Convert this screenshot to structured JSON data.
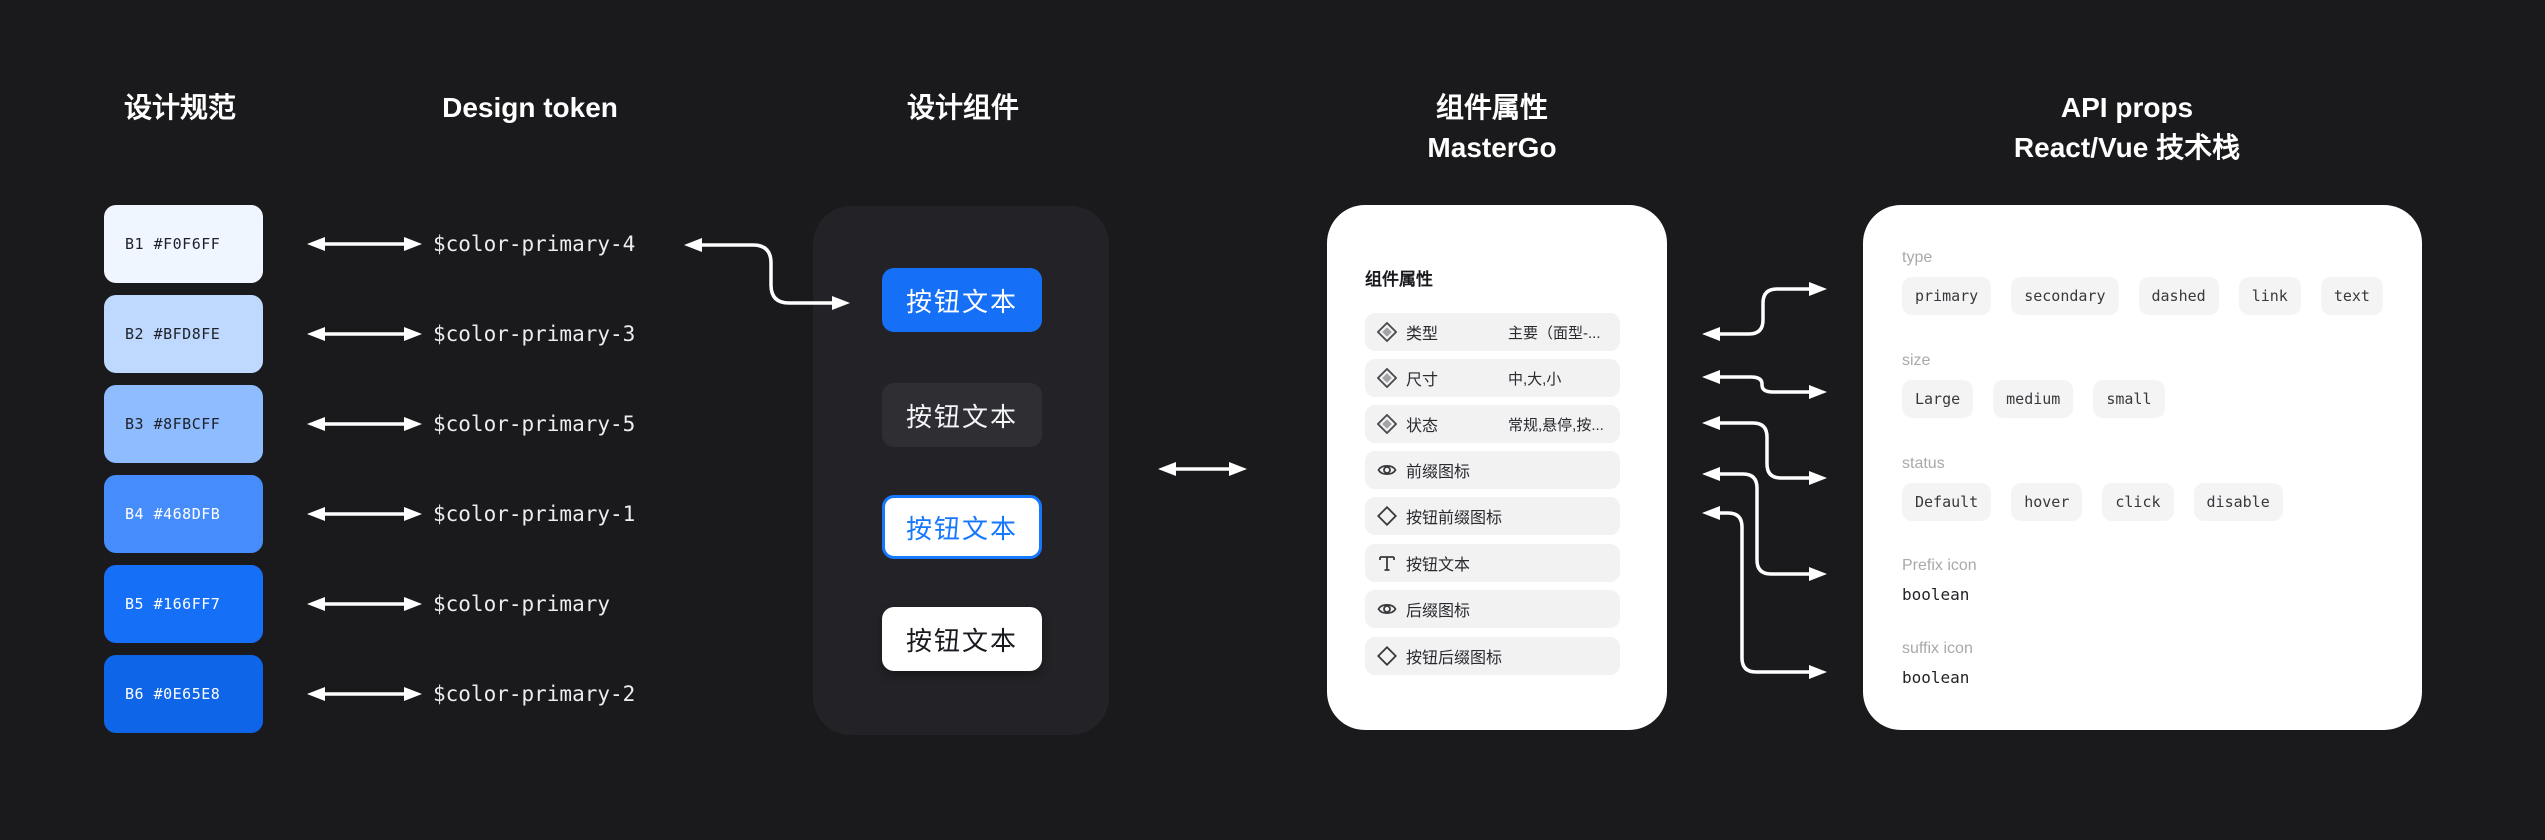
{
  "headers": {
    "spec": "设计规范",
    "token": "Design token",
    "component": "设计组件",
    "props_line1": "组件属性",
    "props_line2": "MasterGo",
    "api_line1": "API props",
    "api_line2": "React/Vue 技术栈"
  },
  "swatches": [
    {
      "label": "B1 #F0F6FF",
      "color": "#F0F6FF",
      "text_color": "#1D2129"
    },
    {
      "label": "B2 #BFD8FE",
      "color": "#BFD8FE",
      "text_color": "#1D2129"
    },
    {
      "label": "B3 #8FBCFF",
      "color": "#8FBCFF",
      "text_color": "#1D2129"
    },
    {
      "label": "B4 #468DFB",
      "color": "#468DFB",
      "text_color": "#FFFFFF"
    },
    {
      "label": "B5 #166FF7",
      "color": "#166FF7",
      "text_color": "#FFFFFF"
    },
    {
      "label": "B6 #0E65E8",
      "color": "#0E65E8",
      "text_color": "#FFFFFF"
    }
  ],
  "tokens": [
    "$color-primary-4",
    "$color-primary-3",
    "$color-primary-5",
    "$color-primary-1",
    "$color-primary",
    "$color-primary-2"
  ],
  "component_buttons": [
    {
      "label": "按钮文本",
      "variant": "primary"
    },
    {
      "label": "按钮文本",
      "variant": "dark"
    },
    {
      "label": "按钮文本",
      "variant": "outline"
    },
    {
      "label": "按钮文本",
      "variant": "white"
    }
  ],
  "master_panel": {
    "header": "组件属性",
    "rows": [
      {
        "icon": "diamond-filled",
        "label": "类型",
        "value": "主要（面型-..."
      },
      {
        "icon": "diamond-filled",
        "label": "尺寸",
        "value": "中,大,小"
      },
      {
        "icon": "diamond-filled",
        "label": "状态",
        "value": "常规,悬停,按..."
      },
      {
        "icon": "eye",
        "label": "前缀图标",
        "value": ""
      },
      {
        "icon": "diamond-outline",
        "label": "按钮前缀图标",
        "value": ""
      },
      {
        "icon": "text",
        "label": "按钮文本",
        "value": ""
      },
      {
        "icon": "eye",
        "label": "后缀图标",
        "value": ""
      },
      {
        "icon": "diamond-outline",
        "label": "按钮后缀图标",
        "value": ""
      }
    ]
  },
  "api_panel": {
    "sections": [
      {
        "label": "type",
        "tags": [
          "primary",
          "secondary",
          "dashed",
          "link",
          "text"
        ]
      },
      {
        "label": "size",
        "tags": [
          "Large",
          "medium",
          "small"
        ]
      },
      {
        "label": "status",
        "tags": [
          "Default",
          "hover",
          "click",
          "disable"
        ]
      },
      {
        "label": "Prefix icon",
        "value": "boolean"
      },
      {
        "label": "suffix icon",
        "value": "boolean"
      }
    ]
  },
  "colors": {
    "background": "#1A1A1C",
    "accent_blue": "#1677FF",
    "primary_blue": "#166FF7",
    "dark_panel": "#232327"
  }
}
